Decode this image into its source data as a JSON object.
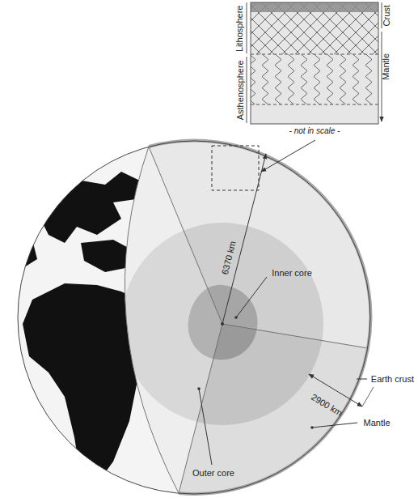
{
  "diagram": {
    "labels": [
      "Lithosphere",
      "Asthenosphere",
      "Crust",
      "Mantle",
      "- not in scale -",
      "6370 km",
      "Inner core",
      "Earth crust",
      "Mantle",
      "2900 km",
      "Outer core"
    ]
  }
}
